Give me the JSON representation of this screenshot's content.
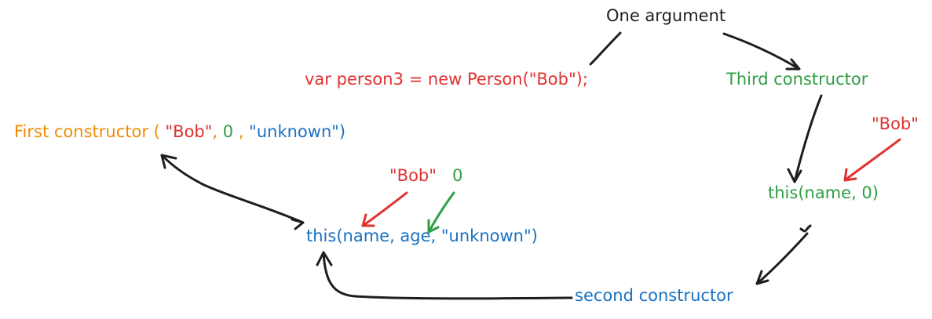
{
  "colors": {
    "black": "#1e1e1e",
    "red": "#e03131",
    "green": "#2f9e44",
    "blue": "#1971c2",
    "orange": "#f08c00"
  },
  "labels": {
    "one_argument": "One argument",
    "code_line": "var person3 = new Person(\"Bob\");",
    "third_constructor": "Third constructor",
    "bob_right": "\"Bob\"",
    "this_name_zero": "this(name, 0)",
    "second_constructor": "second constructor",
    "bob_middle": "\"Bob\"",
    "zero_middle": "0",
    "this_name_age_unknown": "this(name, age, \"unknown\")",
    "first_constructor": {
      "prefix": "First constructor ( ",
      "arg1": "\"Bob\"",
      "comma1": ", ",
      "arg2": "0",
      "comma2": "  ,  ",
      "arg3": "\"unknown\"",
      "suffix": ")"
    }
  }
}
